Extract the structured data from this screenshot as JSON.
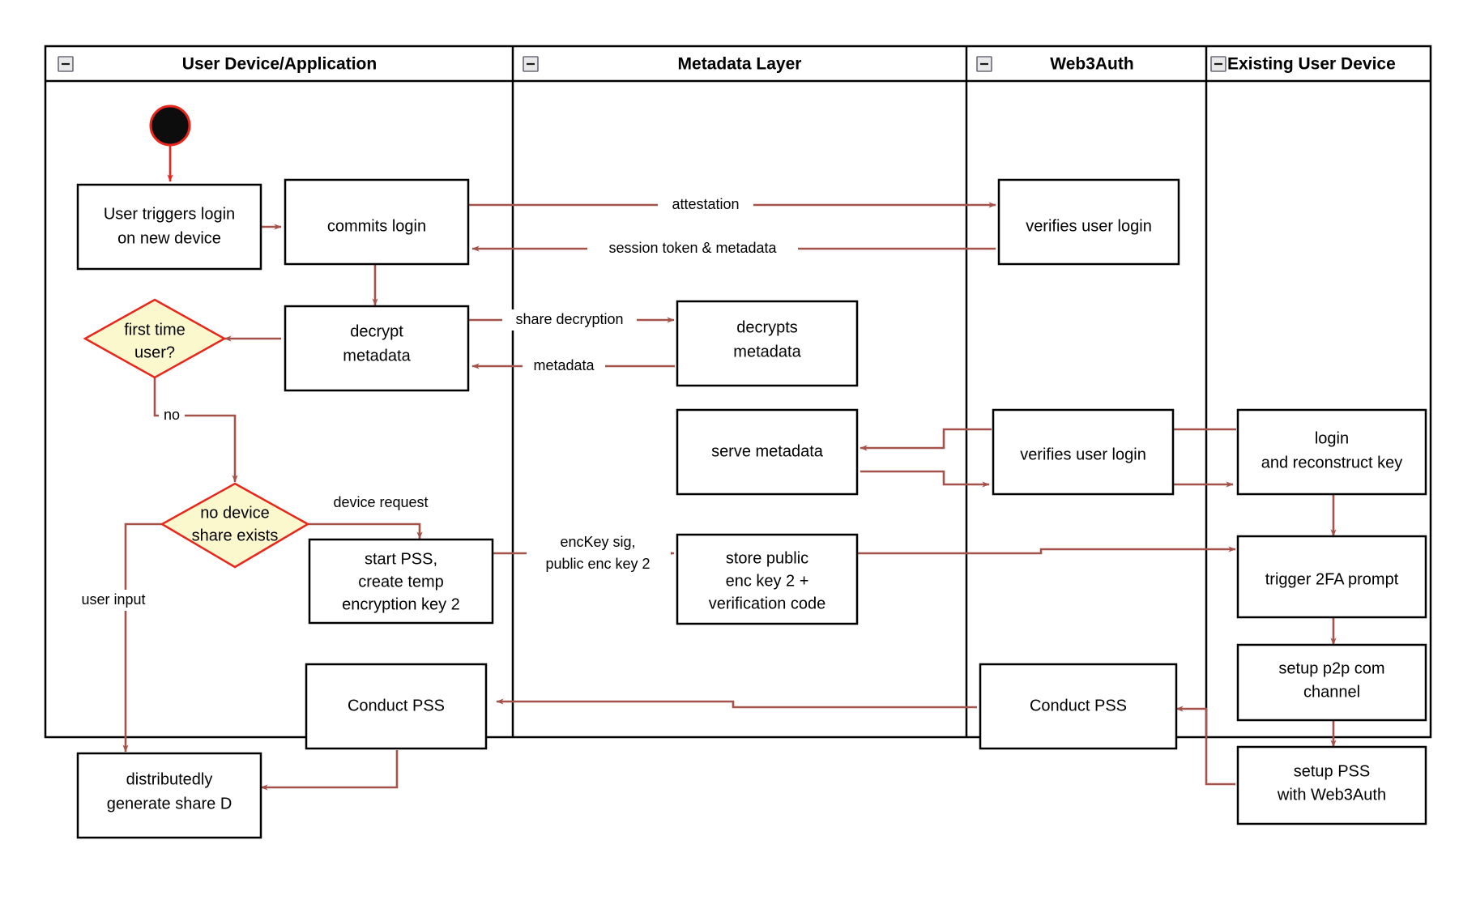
{
  "diagram": {
    "type": "uml-activity-swimlane",
    "title": "Web3Auth new device login and PSS flow",
    "colors": {
      "flow_arrow": "#a4534b",
      "start_node_fill": "#0d0d0d",
      "start_node_stroke": "#e8261c",
      "decision_fill": "#fcf8cd",
      "decision_stroke": "#e8261c",
      "node_stroke": "#000000",
      "node_fill": "#ffffff",
      "lane_border": "#000000",
      "background": "#ffffff"
    },
    "lanes": [
      {
        "id": "user-device-application",
        "label": "User Device/Application",
        "collapse_icon": "minus-box-icon",
        "header_align": "center"
      },
      {
        "id": "metadata-layer",
        "label": "Metadata Layer",
        "collapse_icon": "minus-box-icon",
        "header_align": "center"
      },
      {
        "id": "web3auth",
        "label": "Web3Auth",
        "collapse_icon": "minus-box-icon",
        "header_align": "center"
      },
      {
        "id": "existing-user-device",
        "label": "Existing User Device",
        "collapse_icon": "minus-box-icon",
        "header_align": "left"
      }
    ],
    "start_node": {
      "id": "start",
      "shape": "initial-node"
    },
    "nodes": [
      {
        "id": "user-triggers-login",
        "lane": "user-device-application",
        "shape": "activity",
        "lines": [
          "User triggers login",
          "on new device"
        ]
      },
      {
        "id": "commits-login",
        "lane": "user-device-application",
        "shape": "activity",
        "lines": [
          "commits login"
        ]
      },
      {
        "id": "decrypt-metadata",
        "lane": "user-device-application",
        "shape": "activity",
        "lines": [
          "decrypt",
          "metadata"
        ]
      },
      {
        "id": "first-time-user",
        "lane": "user-device-application",
        "shape": "decision",
        "lines": [
          "first time",
          "user?"
        ]
      },
      {
        "id": "no-device-share-exists",
        "lane": "user-device-application",
        "shape": "decision",
        "lines": [
          "no device",
          "share exists"
        ]
      },
      {
        "id": "start-pss-create-temp-key",
        "lane": "user-device-application",
        "shape": "activity",
        "lines": [
          "start PSS,",
          "create temp",
          "encryption key 2"
        ]
      },
      {
        "id": "conduct-pss-user",
        "lane": "user-device-application",
        "shape": "activity",
        "lines": [
          "Conduct PSS"
        ]
      },
      {
        "id": "distributedly-generate-share-d",
        "lane": "user-device-application",
        "shape": "activity",
        "lines": [
          "distributedly",
          "generate share D"
        ]
      },
      {
        "id": "decrypts-metadata",
        "lane": "metadata-layer",
        "shape": "activity",
        "lines": [
          "decrypts",
          "metadata"
        ]
      },
      {
        "id": "serve-metadata",
        "lane": "metadata-layer",
        "shape": "activity",
        "lines": [
          "serve metadata"
        ]
      },
      {
        "id": "store-public-enc-key-2",
        "lane": "metadata-layer",
        "shape": "activity",
        "lines": [
          "store public",
          "enc key 2 +",
          "verification code"
        ]
      },
      {
        "id": "verifies-user-login-1",
        "lane": "web3auth",
        "shape": "activity",
        "lines": [
          "verifies user login"
        ]
      },
      {
        "id": "verifies-user-login-2",
        "lane": "web3auth",
        "shape": "activity",
        "lines": [
          "verifies user login"
        ]
      },
      {
        "id": "conduct-pss-web3auth",
        "lane": "web3auth",
        "shape": "activity",
        "lines": [
          "Conduct PSS"
        ]
      },
      {
        "id": "login-and-reconstruct-key",
        "lane": "existing-user-device",
        "shape": "activity",
        "lines": [
          "login",
          "and reconstruct key"
        ]
      },
      {
        "id": "trigger-2fa-prompt",
        "lane": "existing-user-device",
        "shape": "activity",
        "lines": [
          "trigger 2FA prompt"
        ]
      },
      {
        "id": "setup-p2p-com-channel",
        "lane": "existing-user-device",
        "shape": "activity",
        "lines": [
          "setup p2p com",
          "channel"
        ]
      },
      {
        "id": "setup-pss-with-web3auth",
        "lane": "existing-user-device",
        "shape": "activity",
        "lines": [
          "setup PSS",
          "with Web3Auth"
        ]
      }
    ],
    "edge_labels": [
      {
        "id": "attestation",
        "text": "attestation",
        "lines": [
          "attestation"
        ]
      },
      {
        "id": "session-token-metadata",
        "text": "session token & metadata",
        "lines": [
          "session token & metadata"
        ]
      },
      {
        "id": "share-decryption",
        "text": "share decryption",
        "lines": [
          "share decryption"
        ]
      },
      {
        "id": "metadata",
        "text": "metadata",
        "lines": [
          "metadata"
        ]
      },
      {
        "id": "no",
        "text": "no",
        "lines": [
          "no"
        ]
      },
      {
        "id": "device-request",
        "text": "device request",
        "lines": [
          "device request"
        ]
      },
      {
        "id": "user-input",
        "text": "user input",
        "lines": [
          "user input"
        ]
      },
      {
        "id": "enckey-sig",
        "text": "encKey sig, public enc key 2",
        "lines": [
          "encKey sig,",
          "public enc key 2"
        ]
      }
    ]
  }
}
